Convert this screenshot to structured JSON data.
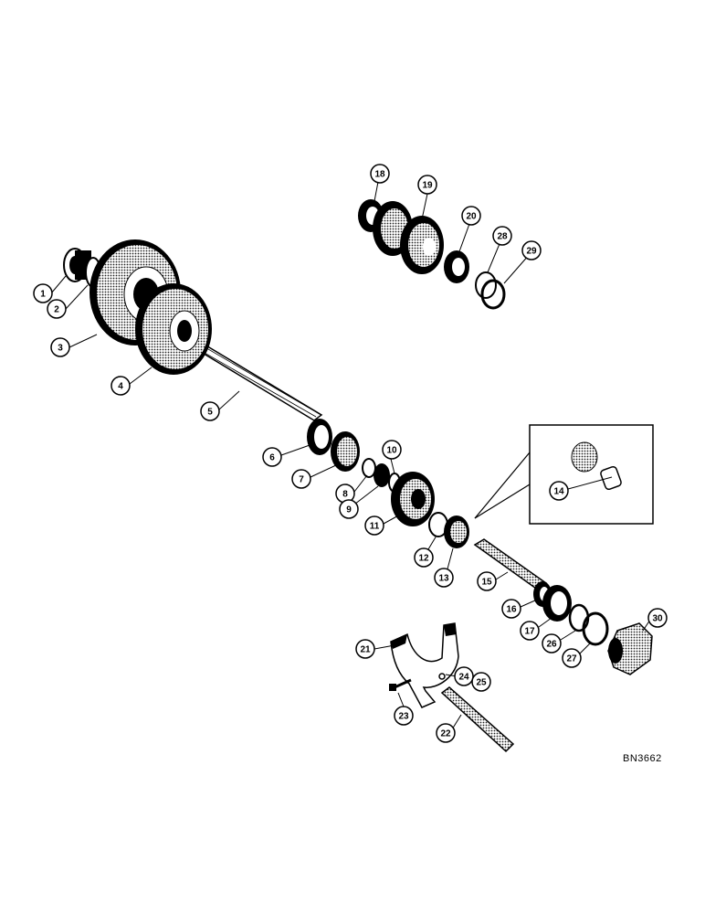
{
  "callouts": {
    "c1": "1",
    "c2": "2",
    "c3": "3",
    "c4": "4",
    "c5": "5",
    "c6": "6",
    "c7": "7",
    "c8": "8",
    "c9": "9",
    "c10": "10",
    "c11": "11",
    "c12": "12",
    "c13": "13",
    "c14": "14",
    "c15": "15",
    "c16": "16",
    "c17": "17",
    "c18": "18",
    "c19": "19",
    "c20": "20",
    "c21": "21",
    "c22": "22",
    "c23": "23",
    "c24": "24",
    "c25": "25",
    "c26": "26",
    "c27": "27",
    "c28": "28",
    "c29": "29",
    "c30": "30"
  },
  "reference_code": "BN3662"
}
